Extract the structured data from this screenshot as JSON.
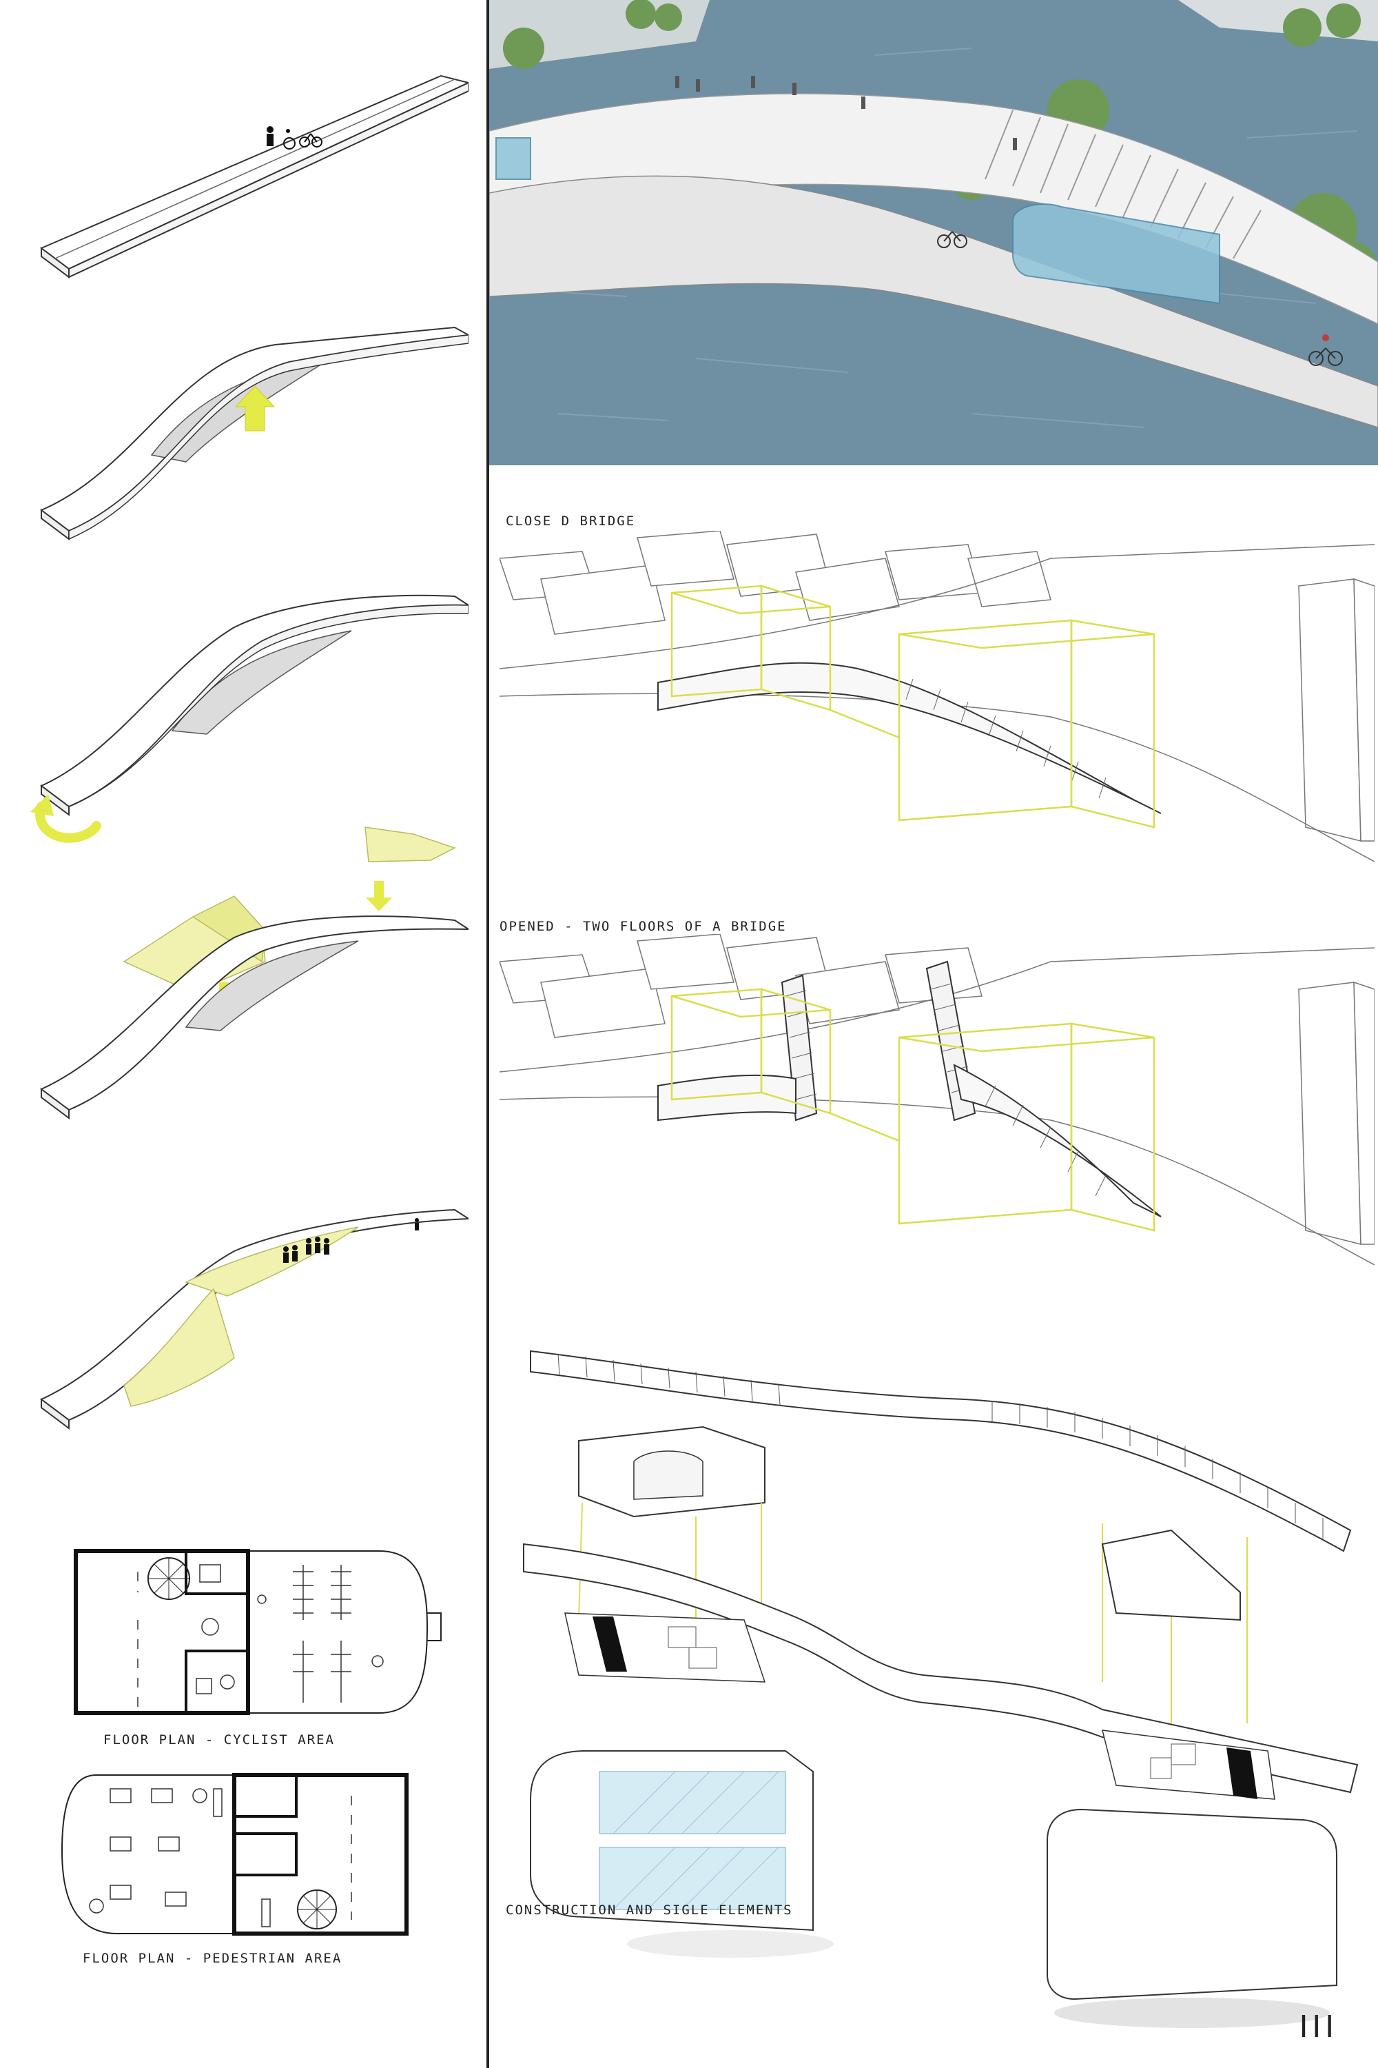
{
  "left_column": {
    "floor_plan_cyclist_label": "FLOOR PLAN  - CYCLIST AREA",
    "floor_plan_pedestrian_label": "FLOOR PLAN  - PEDESTRIAN AREA"
  },
  "right_column": {
    "closed_label": "CLOSE D BRIDGE",
    "opened_label": "OPENED - TWO  FLOORS OF A BRIDGE",
    "construction_label": "CONSTRUCTION AND SIGLE ELEMENTS"
  },
  "page_number": "III",
  "colors": {
    "accent_yellow": "#e4ea7a",
    "accent_yellow_fill": "#f1f2b0",
    "water": "#6f8fa3",
    "line": "#333333",
    "greenery": "#6e9a55"
  }
}
